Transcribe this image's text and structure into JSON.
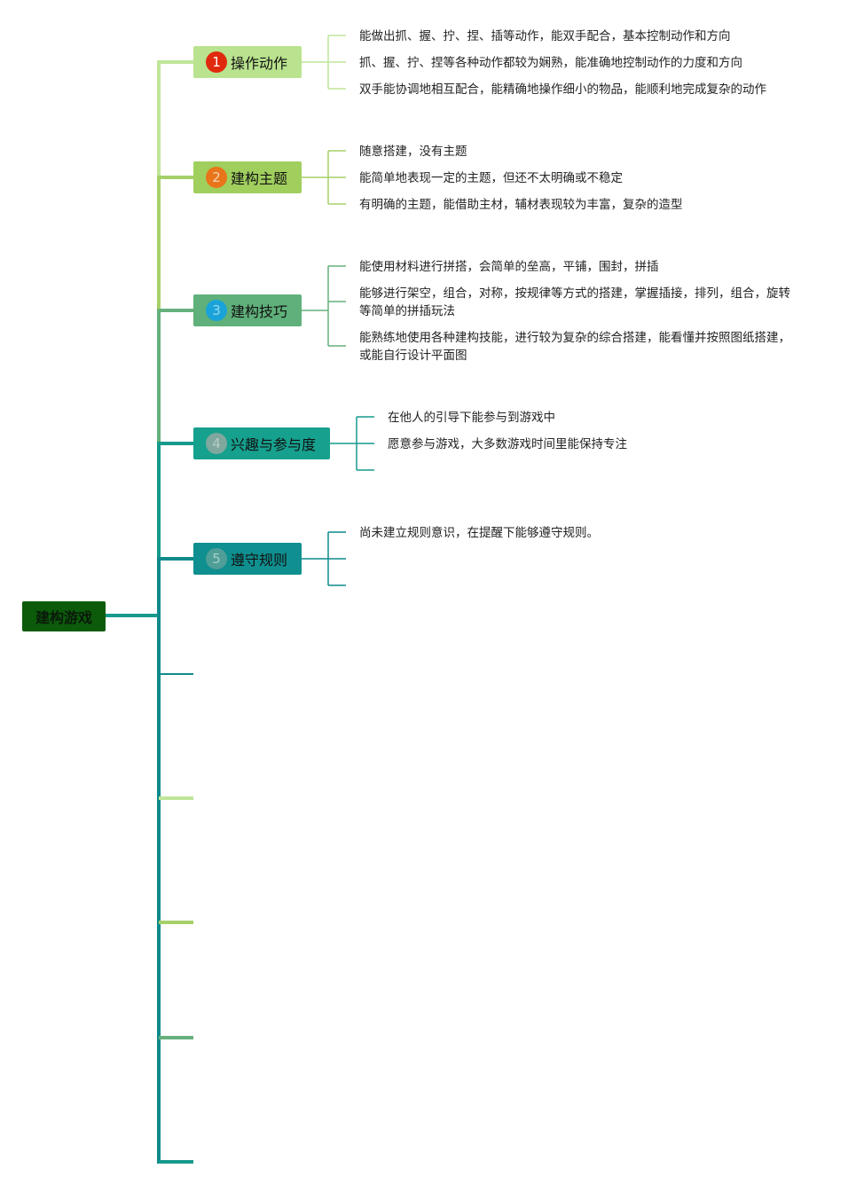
{
  "root": {
    "label": "建构游戏",
    "color": "#0b5b0b"
  },
  "branches": [
    {
      "number": "1",
      "label": "操作动作",
      "bg": "#b9e38e",
      "badge_bg": "#e02a0e",
      "badge_fg": "#ffffff",
      "line": "#bfe599",
      "leaves": [
        "能做出抓、握、拧、捏、插等动作，能双手配合，基本控制动作和方向",
        "抓、握、拧、捏等各种动作都较为娴熟，能准确地控制动作的力度和方向",
        "双手能协调地相互配合，能精确地操作细小的物品，能顺利地完成复杂的动作"
      ]
    },
    {
      "number": "2",
      "label": "建构主题",
      "bg": "#a0cf5e",
      "badge_bg": "#e8751a",
      "badge_fg": "#f5d5b5",
      "line": "#a6d06a",
      "leaves": [
        "随意搭建，没有主题",
        "能简单地表现一定的主题，但还不太明确或不稳定",
        "有明确的主题，能借助主材，辅材表现较为丰富，复杂的造型"
      ]
    },
    {
      "number": "3",
      "label": "建构技巧",
      "bg": "#5fb07a",
      "badge_bg": "#1aa3d9",
      "badge_fg": "#9ad8f0",
      "line": "#66b07c",
      "leaves": [
        "能使用材料进行拼搭，会简单的垒高，平铺，围封，拼插",
        "能够进行架空，组合，对称，按规律等方式的搭建，掌握插接，排列，组合，旋转等简单的拼插玩法",
        "能熟练地使用各种建构技能，进行较为复杂的综合搭建，能看懂并按照图纸搭建，或能自行设计平面图"
      ]
    },
    {
      "number": "4",
      "label": "兴趣与参与度",
      "bg": "#16a08e",
      "badge_bg": "#7fa79d",
      "badge_fg": "#b8ccc6",
      "line": "#159a8c",
      "leaves": [
        "在他人的引导下能参与到游戏中",
        "愿意参与游戏，大多数游戏时间里能保持专注"
      ]
    },
    {
      "number": "5",
      "label": "遵守规则",
      "bg": "#0f8f8f",
      "badge_bg": "#4f9e98",
      "badge_fg": "#a8cfcb",
      "line": "#0f8a8c",
      "leaves": [
        "尚未建立规则意识，在提醒下能够遵守规则。"
      ]
    }
  ],
  "empty_stubs": [
    {
      "color": "#0f8a8c"
    },
    {
      "color": "#bfe599"
    },
    {
      "color": "#a6d06a"
    },
    {
      "color": "#66b07c"
    },
    {
      "color": "#159a8c"
    }
  ]
}
